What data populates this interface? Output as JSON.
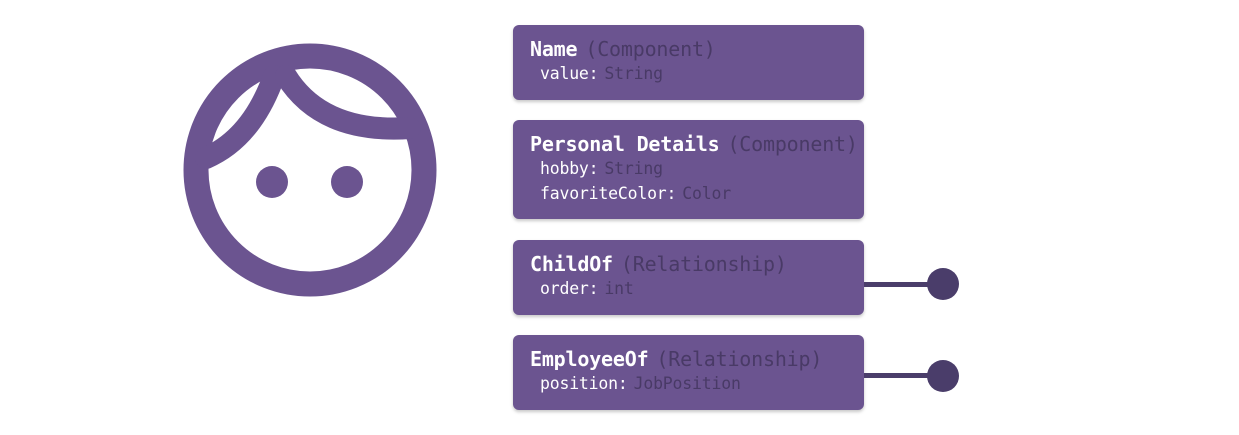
{
  "colors": {
    "card_background": "#6b5490",
    "face": "#6b5490",
    "type_text": "#493a66",
    "connector": "#4a3d6a"
  },
  "entity_icon": "face-icon",
  "cards": [
    {
      "title": "Name",
      "kind": "(Component)",
      "fields": [
        {
          "name": "value:",
          "type": "String"
        }
      ]
    },
    {
      "title": "Personal Details",
      "kind": "(Component)",
      "fields": [
        {
          "name": "hobby:",
          "type": "String"
        },
        {
          "name": "favoriteColor:",
          "type": "Color"
        }
      ]
    },
    {
      "title": "ChildOf",
      "kind": "(Relationship)",
      "fields": [
        {
          "name": "order:",
          "type": "int"
        }
      ]
    },
    {
      "title": "EmployeeOf",
      "kind": "(Relationship)",
      "fields": [
        {
          "name": "position:",
          "type": "JobPosition"
        }
      ]
    }
  ]
}
